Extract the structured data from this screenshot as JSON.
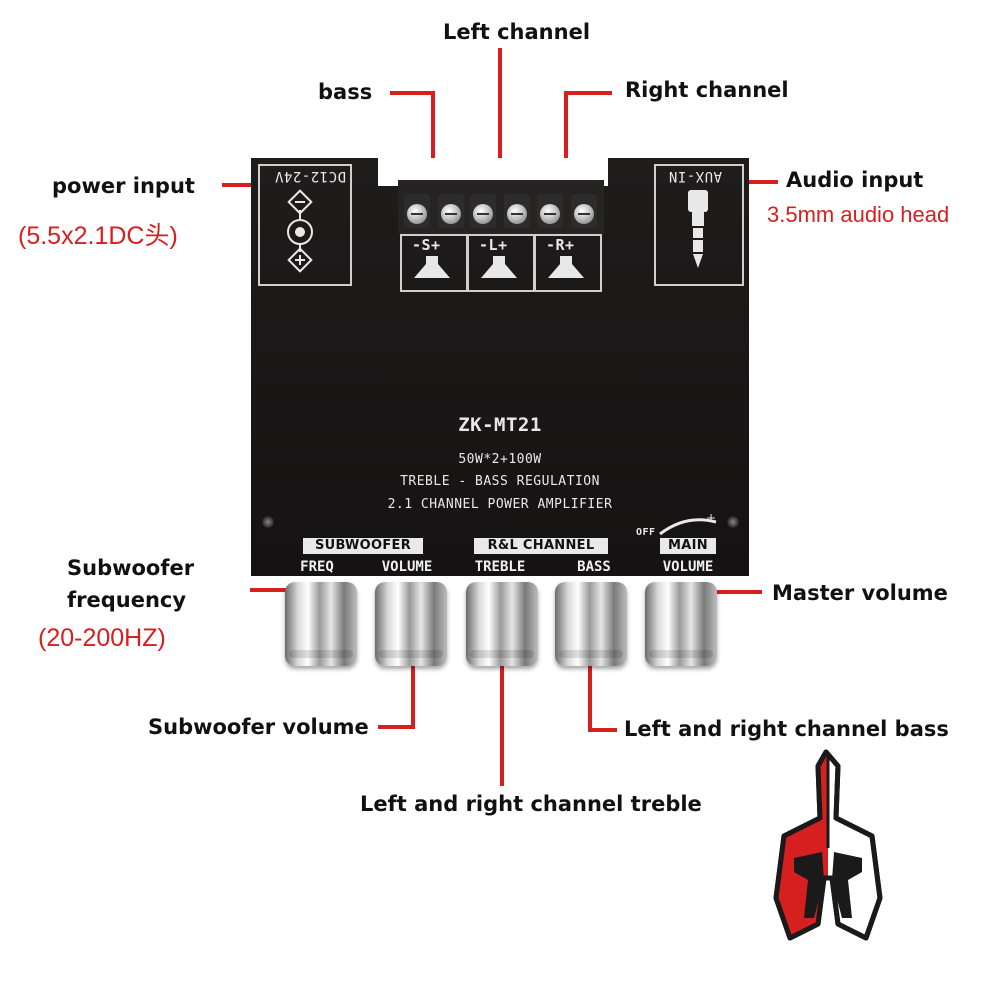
{
  "callouts": {
    "left_channel": "Left channel",
    "bass": "bass",
    "right_channel": "Right channel",
    "power_input": "power input",
    "power_input_sub": "(5.5x2.1DC头)",
    "audio_input": "Audio input",
    "audio_input_sub": "3.5mm audio head",
    "subwoofer_frequency_line1": "Subwoofer",
    "subwoofer_frequency_line2": "frequency",
    "subwoofer_frequency_sub": "(20-200HZ)",
    "master_volume": "Master volume",
    "subwoofer_volume": "Subwoofer volume",
    "lr_bass": "Left and right channel bass",
    "lr_treble": "Left and right channel treble"
  },
  "board": {
    "dc_label": "DC12-24V",
    "aux_label": "AUX-IN",
    "channels": [
      "-S+",
      "-L+",
      "-R+"
    ],
    "model": "ZK-MT21",
    "power_spec": "50W*2+100W",
    "line2": "TREBLE - BASS REGULATION",
    "line3": "2.1 CHANNEL POWER AMPLIFIER",
    "groups": [
      "SUBWOOFER",
      "R&L CHANNEL",
      "MAIN"
    ],
    "knob_labels": [
      "FREQ",
      "VOLUME",
      "TREBLE",
      "BASS",
      "VOLUME"
    ],
    "off_label": "OFF"
  },
  "colors": {
    "callout_line": "#d62020",
    "board": "#1b1818",
    "panel_text": "#e8e8e8"
  }
}
